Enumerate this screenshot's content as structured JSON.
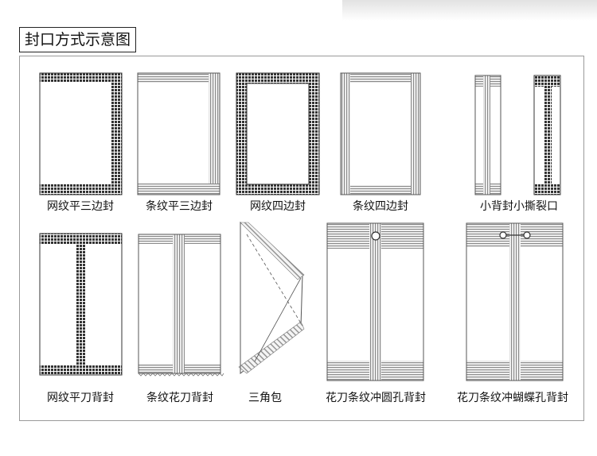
{
  "title": "封口方式示意图",
  "items": [
    {
      "label": "网纹平三边封"
    },
    {
      "label": "条纹平三边封"
    },
    {
      "label": "网纹四边封"
    },
    {
      "label": "条纹四边封"
    },
    {
      "label": "小背封小撕裂口"
    },
    {
      "label": "网纹平刀背封"
    },
    {
      "label": "条纹花刀背封"
    },
    {
      "label": "三角包"
    },
    {
      "label": "花刀条纹冲圆孔背封"
    },
    {
      "label": "花刀条纹冲蝴蝶孔背封"
    }
  ]
}
